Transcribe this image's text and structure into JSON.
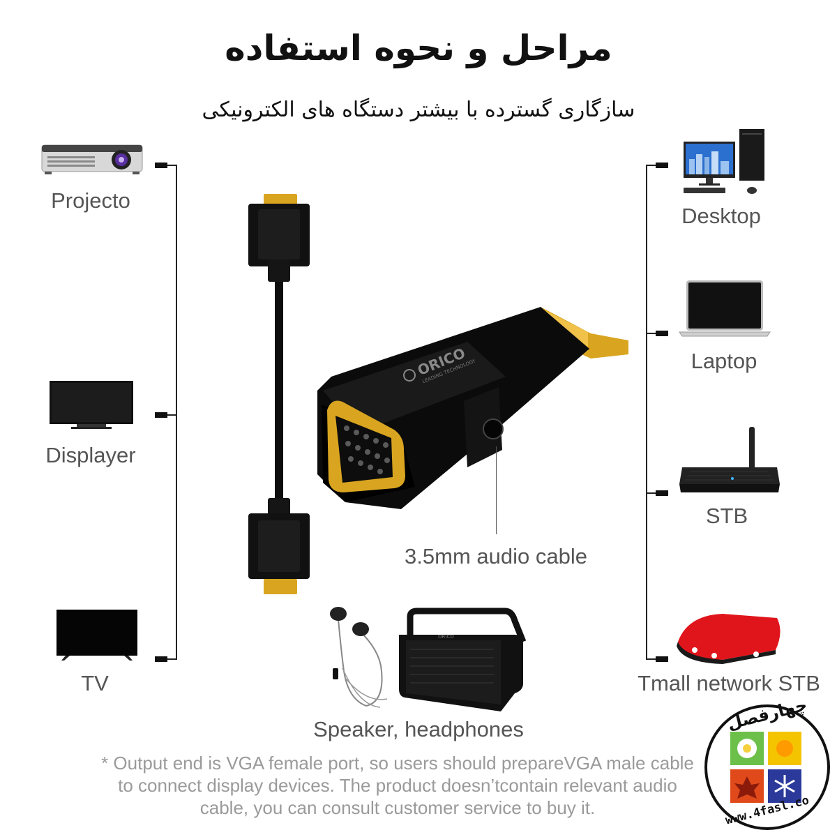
{
  "title": "مراحل و نحوه استفاده",
  "subtitle": "سازگاری گسترده با بیشتر دستگاه های الکترونیکی",
  "left_devices": [
    {
      "label": "Projecto",
      "icon": "projector-icon"
    },
    {
      "label": "Displayer",
      "icon": "monitor-icon"
    },
    {
      "label": "TV",
      "icon": "tv-icon"
    }
  ],
  "right_devices": [
    {
      "label": "Desktop",
      "icon": "desktop-icon"
    },
    {
      "label": "Laptop",
      "icon": "laptop-icon"
    },
    {
      "label": "STB",
      "icon": "set-top-box-icon"
    },
    {
      "label": "Tmall network STB",
      "icon": "tmall-box-icon"
    }
  ],
  "adapter": {
    "brand": "ORICO",
    "tagline": "LEADING TECHNOLOGY",
    "audio_label": "3.5mm audio cable"
  },
  "audio_devices": {
    "label": "Speaker, headphones",
    "speaker_brand": "ORICO"
  },
  "note": "* Output end is VGA female port, so users should prepareVGA male cable to connect display devices. The product doesn’tcontain relevant audio cable, you can consult customer service to buy it.",
  "watermark": {
    "name": "چهارفصل",
    "url": "www.4fasl.co"
  },
  "colors": {
    "gold": "#d9a520",
    "adapter_black": "#111111",
    "tmall_red": "#e0151c"
  }
}
